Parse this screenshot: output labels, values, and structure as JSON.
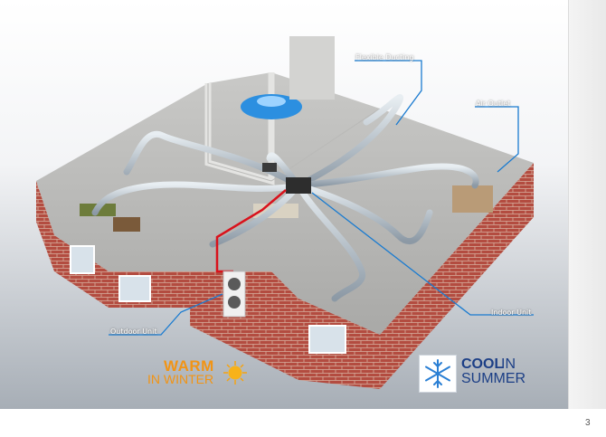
{
  "labels": {
    "flexible_ducting": "Flexible Ducting",
    "air_outlet": "Air Outlet",
    "indoor_unit": "Indoor Unit",
    "outdoor_unit": "Outdoor Unit"
  },
  "warm": {
    "big": "WARM",
    "small": "IN WINTER",
    "icon": "sun-icon",
    "color": "#f29414"
  },
  "cool": {
    "big": "COOL",
    "in": "IN",
    "small": "SUMMER",
    "icon": "snowflake-icon",
    "color": "#1c3f86"
  },
  "page_number": "3",
  "colors": {
    "leader_line": "#1a7bd0",
    "refrigerant_pipe": "#d9121c",
    "brick": "#b04a3e"
  }
}
